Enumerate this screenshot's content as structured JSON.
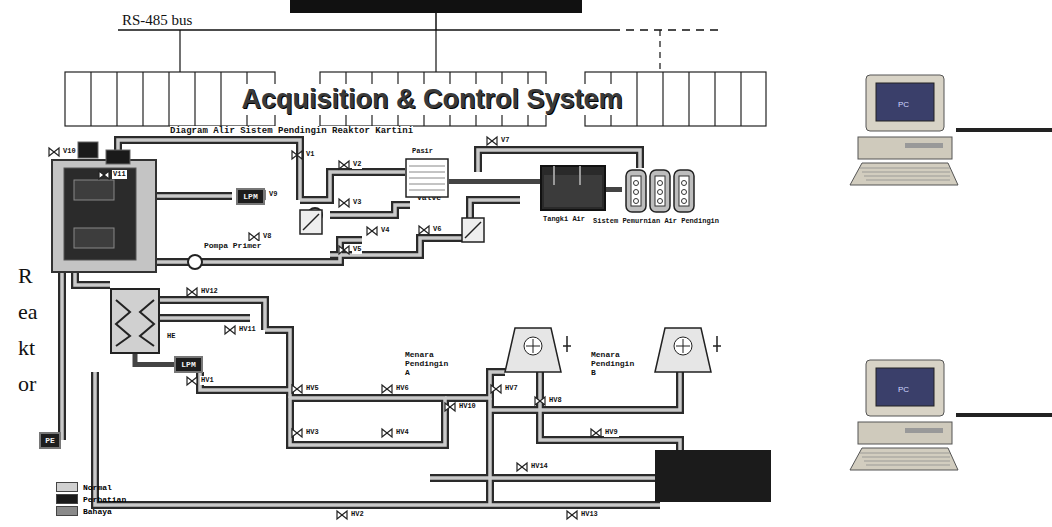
{
  "diagram": {
    "title": "Diagram Alir Sistem Pendingin Reaktor Kartini",
    "nodes": [
      {
        "text": [
          "Acquisition & Control System"
        ]
      },
      {
        "text": [
          "LPM"
        ]
      },
      {
        "text": [
          "Pasir"
        ]
      },
      {
        "text": [
          "Tangki Air"
        ]
      },
      {
        "text": [
          "Sistem Pemurnian Air Pendingin"
        ]
      },
      {
        "text": [
          "HE"
        ]
      },
      {
        "text": [
          "LPM"
        ]
      },
      {
        "text": [
          "PE"
        ]
      }
    ],
    "edges": [
      {
        "from": 2,
        "to": 3,
        "arrow": "none"
      },
      {
        "from": 3,
        "to": 4,
        "arrow": "none"
      },
      {
        "from": 5,
        "to": 6,
        "arrow": "none"
      }
    ],
    "labels": [
      "RS-485 bus",
      "PC",
      "PC",
      "Reaktor",
      "Pompa Primer",
      "Check Valve",
      "Menara Pendingin A",
      "Menara Pendingin B",
      "V10",
      "V11",
      "V9",
      "V8",
      "V1",
      "V2",
      "V3",
      "V7",
      "V4",
      "V5",
      "V6",
      "HV12",
      "HV11",
      "HV1",
      "HV5",
      "HV6",
      "HV3",
      "HV4",
      "HV7",
      "HV8",
      "HV9",
      "HV10",
      "HV14",
      "HV2",
      "HV13"
    ],
    "legend": [
      {
        "text": "Normal",
        "color": "#d0d0d0"
      },
      {
        "text": "Perhatian",
        "color": "#1a1a1a"
      },
      {
        "text": "Bahaya",
        "color": "#8a8a8a"
      }
    ]
  }
}
